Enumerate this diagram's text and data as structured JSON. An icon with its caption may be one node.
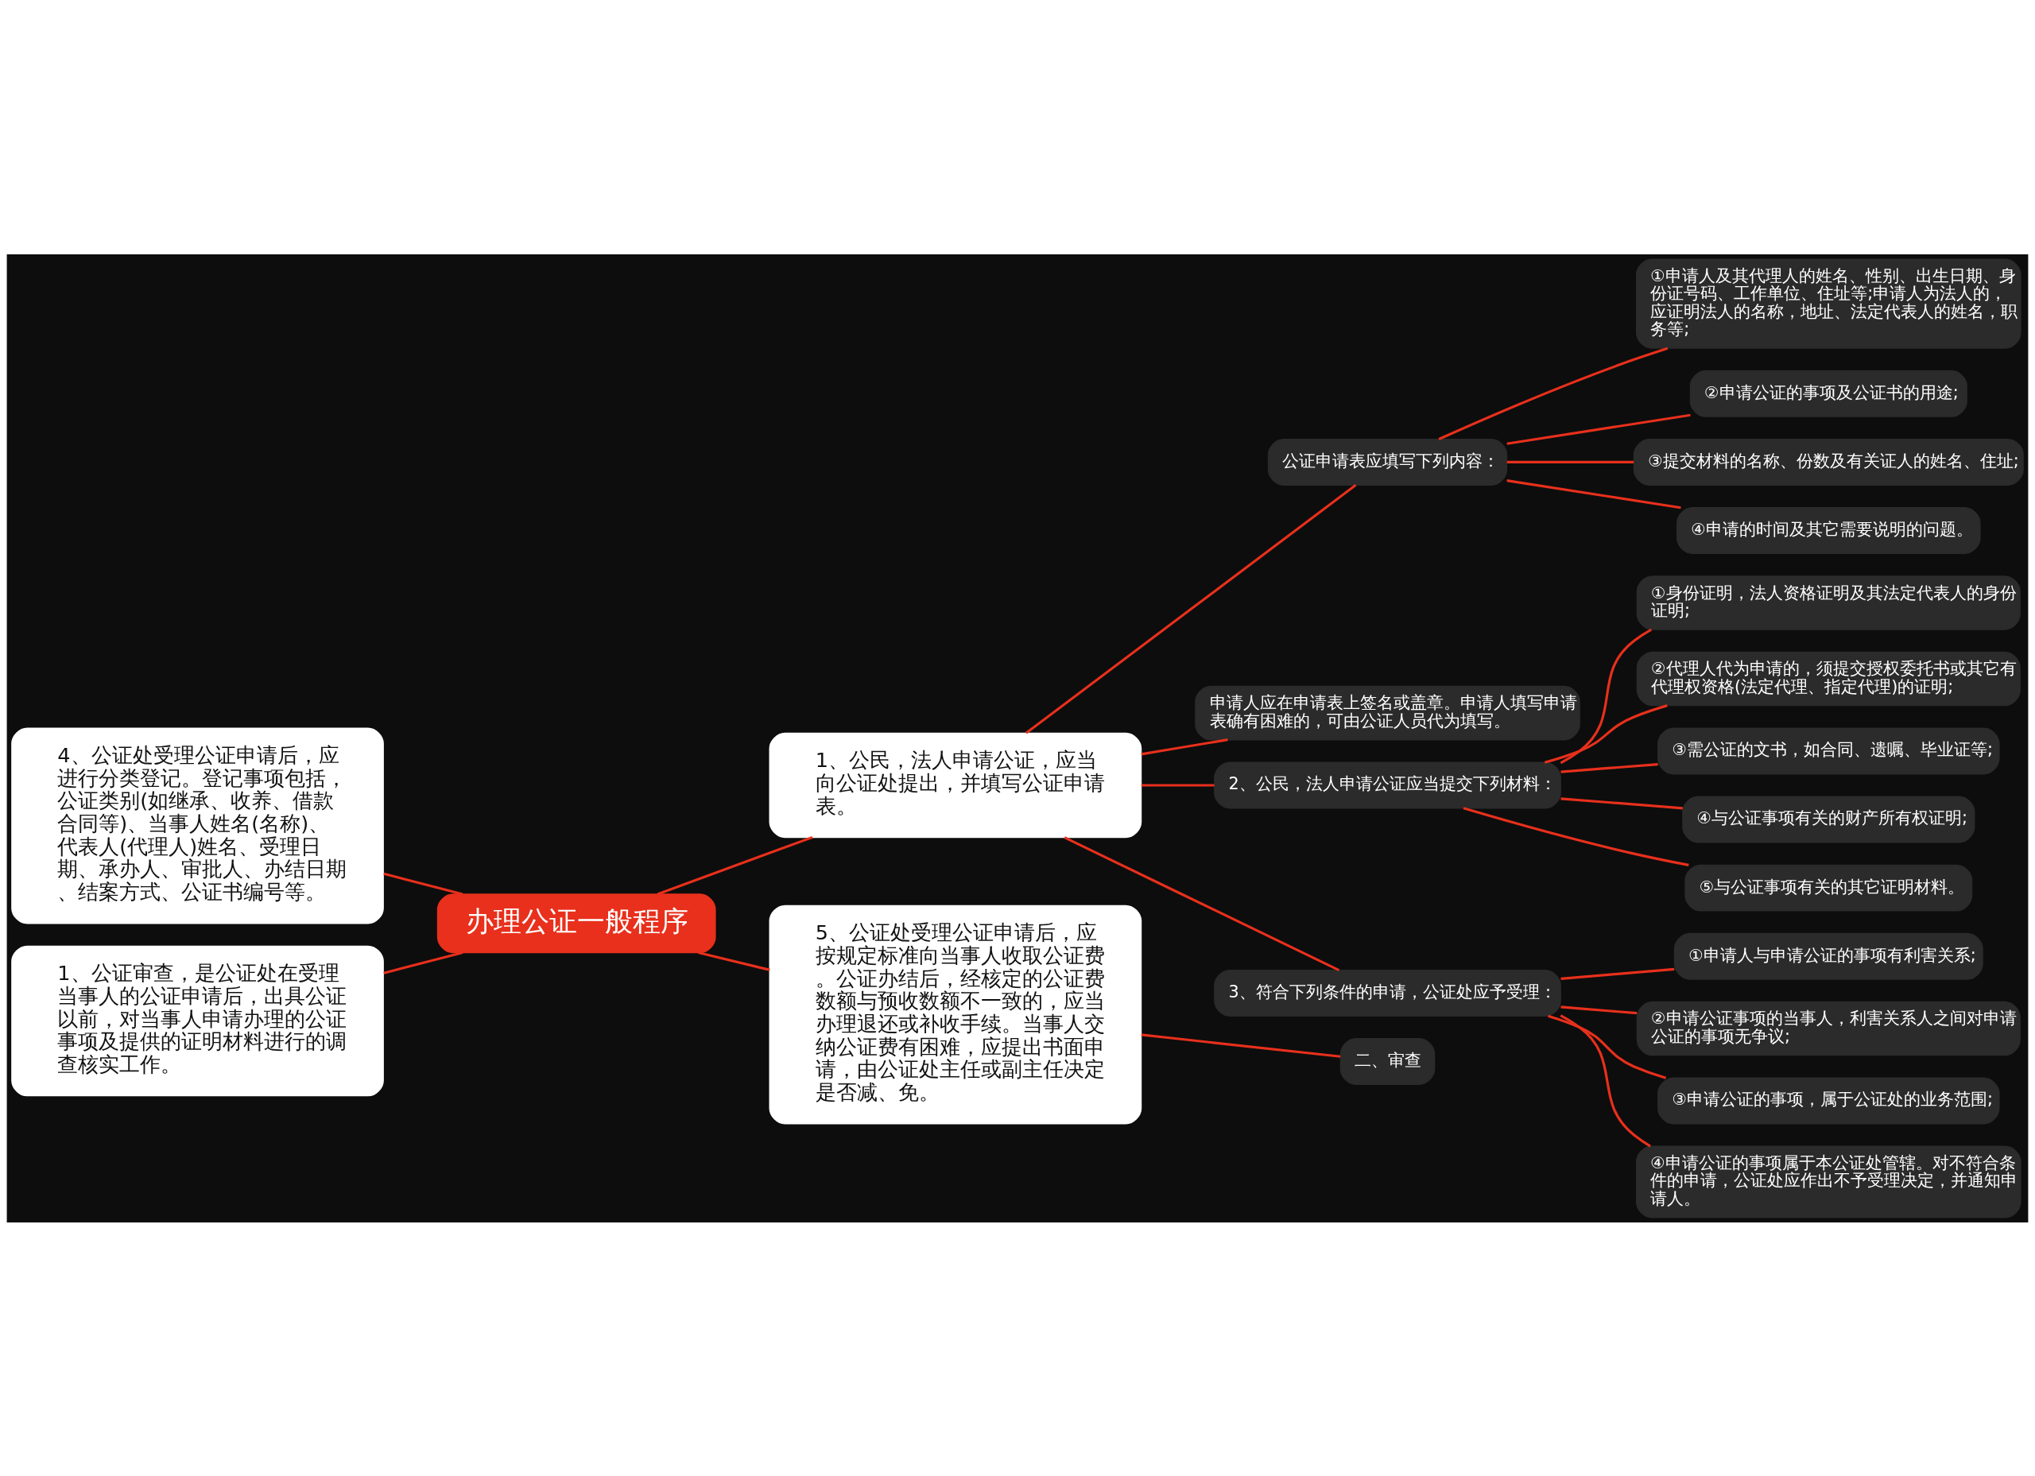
{
  "diagram": {
    "nodes": [
      {
        "text": [
          "办理公证一般程序"
        ]
      },
      {
        "text": [
          "1、公民，法人申请公证，应当向公证处提出，并填写公证申请表。"
        ]
      },
      {
        "text": [
          "公证申请表应填写下列内容："
        ]
      },
      {
        "text": [
          "①申请人及其代理人的姓名、性别、出生日期、身份证号码、工作单位、住址等;申请人为法人的，应证明法人的名称，地址、法定代表人的姓名，职务等;"
        ]
      },
      {
        "text": [
          "②申请公证的事项及公证书的用途;"
        ]
      },
      {
        "text": [
          "③提交材料的名称、份数及有关证人的姓名、住址;"
        ]
      },
      {
        "text": [
          "④申请的时间及其它需要说明的问题。"
        ]
      },
      {
        "text": [
          "申请人应在申请表上签名或盖章。申请人填写申请表确有困难的，可由公证人员代为填写。"
        ]
      },
      {
        "text": [
          "2、公民，法人申请公证应当提交下列材料："
        ]
      },
      {
        "text": [
          "①身份证明，法人资格证明及其法定代表人的身份证明;"
        ]
      },
      {
        "text": [
          "②代理人代为申请的，须提交授权委托书或其它有代理权资格(法定代理、指定代理)的证明;"
        ]
      },
      {
        "text": [
          "③需公证的文书，如合同、遗嘱、毕业证等;"
        ]
      },
      {
        "text": [
          "④与公证事项有关的财产所有权证明;"
        ]
      },
      {
        "text": [
          "⑤与公证事项有关的其它证明材料。"
        ]
      },
      {
        "text": [
          "3、符合下列条件的申请，公证处应予受理："
        ]
      },
      {
        "text": [
          "①申请人与申请公证的事项有利害关系;"
        ]
      },
      {
        "text": [
          "②申请公证事项的当事人，利害关系人之间对申请公证的事项无争议;"
        ]
      },
      {
        "text": [
          "③申请公证的事项，属于公证处的业务范围;"
        ]
      },
      {
        "text": [
          "④申请公证的事项属于本公证处管辖。对不符合条件的申请，公证处应作出不予受理决定，并通知申请人。"
        ]
      },
      {
        "text": [
          "4、公证处受理公证申请后，应进行分类登记。登记事项包括，公证类别(如继承、收养、借款合同等)、当事人姓名(名称)、代表人(代理人)姓名、受理日期、承办人、审批人、办结日期、结案方式、公证书编号等。"
        ]
      },
      {
        "text": [
          "1、公证审查，是公证处在受理当事人的公证申请后，出具公证以前，对当事人申请办理的公证事项及提供的证明材料进行的调查核实工作。"
        ]
      },
      {
        "text": [
          "5、公证处受理公证申请后，应按规定标准向当事人收取公证费。公证办结后，经核定的公证费数额与预收数额不一致的，应当办理退还或补收手续。当事人交纳公证费有困难，应提出书面申请，由公证处主任或副主任决定是否减、免。"
        ]
      },
      {
        "text": [
          "二、审查"
        ]
      }
    ],
    "edges": [
      {
        "from": 0,
        "to": 1,
        "arrow": "none"
      },
      {
        "from": 19,
        "to": 0,
        "arrow": "none"
      },
      {
        "from": 20,
        "to": 0,
        "arrow": "none"
      },
      {
        "from": 0,
        "to": 21,
        "arrow": "none"
      },
      {
        "from": 1,
        "to": 2,
        "arrow": "none"
      },
      {
        "from": 1,
        "to": 7,
        "arrow": "none"
      },
      {
        "from": 1,
        "to": 8,
        "arrow": "none"
      },
      {
        "from": 1,
        "to": 14,
        "arrow": "none"
      },
      {
        "from": 2,
        "to": 3,
        "arrow": "none"
      },
      {
        "from": 2,
        "to": 4,
        "arrow": "none"
      },
      {
        "from": 2,
        "to": 5,
        "arrow": "none"
      },
      {
        "from": 2,
        "to": 6,
        "arrow": "none"
      },
      {
        "from": 8,
        "to": 9,
        "arrow": "none"
      },
      {
        "from": 8,
        "to": 10,
        "arrow": "none"
      },
      {
        "from": 8,
        "to": 11,
        "arrow": "none"
      },
      {
        "from": 8,
        "to": 12,
        "arrow": "none"
      },
      {
        "from": 8,
        "to": 13,
        "arrow": "none"
      },
      {
        "from": 14,
        "to": 15,
        "arrow": "none"
      },
      {
        "from": 14,
        "to": 16,
        "arrow": "none"
      },
      {
        "from": 14,
        "to": 17,
        "arrow": "none"
      },
      {
        "from": 14,
        "to": 18,
        "arrow": "none"
      },
      {
        "from": 21,
        "to": 22,
        "arrow": "none"
      }
    ]
  }
}
